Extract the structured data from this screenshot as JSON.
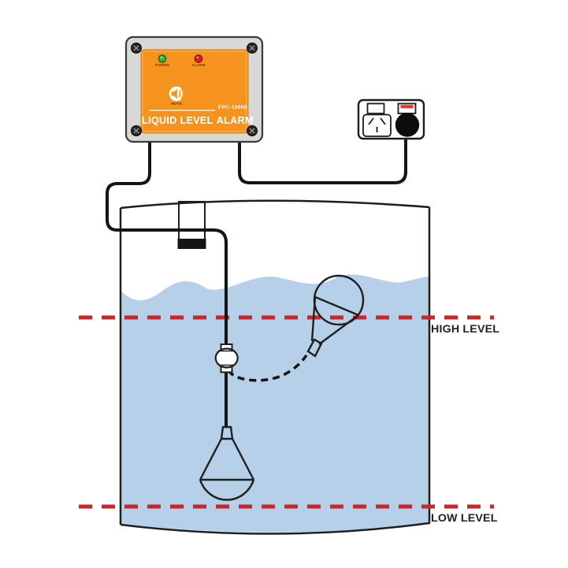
{
  "colors": {
    "panel_orange": "#f6921e",
    "case_gray": "#d8d8d8",
    "water_blue": "#b5d0e8",
    "level_line_red": "#c9252c",
    "power_led_green": "#3db33d",
    "alarm_led_red": "#ea1c24",
    "switch_indicator_red": "#e8362d"
  },
  "alarm_box": {
    "power_led_label": "POWER",
    "alarm_led_label": "ALARM",
    "mute_button_label": "MUTE",
    "model_number": "FPC-12050",
    "title_part1": "LIQUID LEVEL",
    "title_part2": "ALARM"
  },
  "level_markers": {
    "high_label": "HIGH LEVEL",
    "low_label": "LOW LEVEL"
  },
  "icons": {
    "mute": "speaker-mute-icon",
    "screw": "screw-head-icon",
    "plug": "power-plug-icon"
  }
}
